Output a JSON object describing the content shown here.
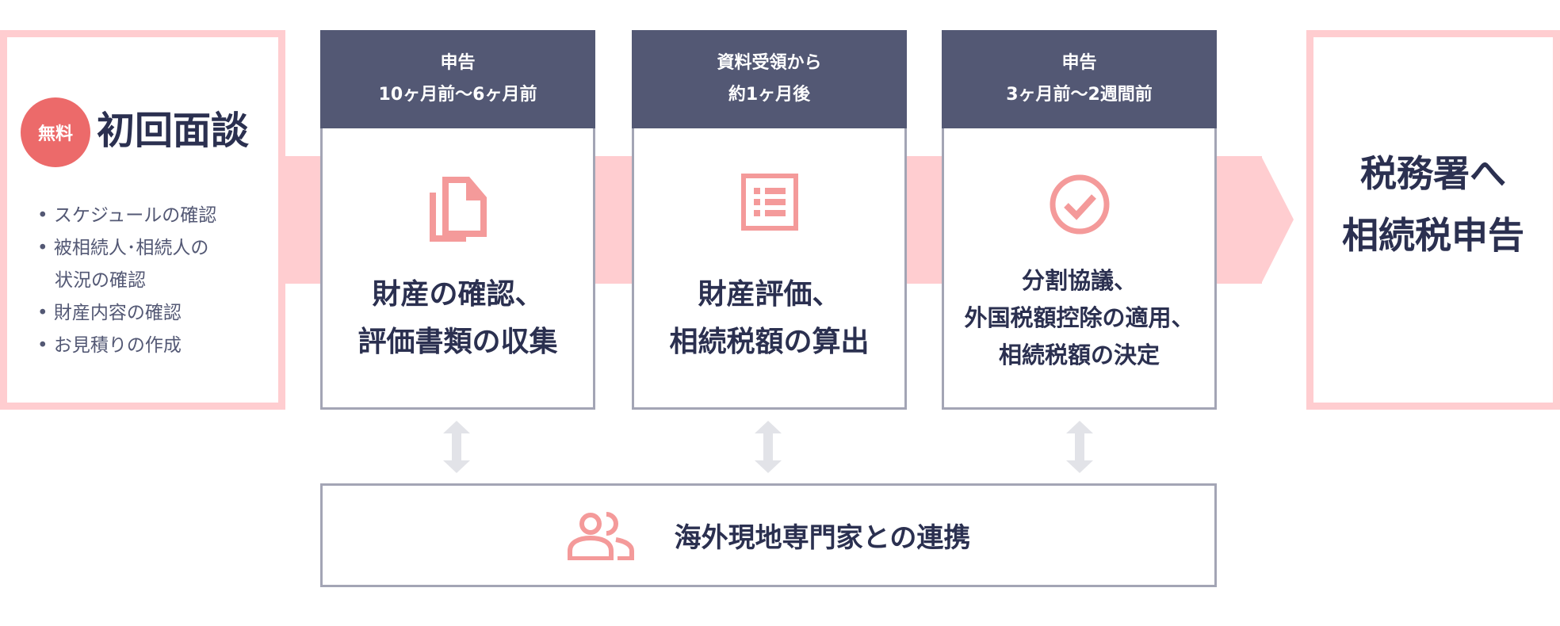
{
  "initial": {
    "badge": "無料",
    "title": "初回面談",
    "items": [
      "スケジュールの確認",
      "被相続人･相続人の",
      "状況の確認",
      "財産内容の確認",
      "お見積りの作成"
    ]
  },
  "steps": [
    {
      "timing1": "申告",
      "timing2": "10ヶ月前〜6ヶ月前",
      "icon": "documents-icon",
      "lines": [
        "財産の確認、",
        "評価書類の収集"
      ]
    },
    {
      "timing1": "資料受領から",
      "timing2": "約1ヶ月後",
      "icon": "list-icon",
      "lines": [
        "財産評価、",
        "相続税額の算出"
      ]
    },
    {
      "timing1": "申告",
      "timing2": "3ヶ月前〜2週間前",
      "icon": "check-circle-icon",
      "lines": [
        "分割協議、",
        "外国税額控除の適用、",
        "相続税額の決定"
      ]
    }
  ],
  "final": {
    "lines": [
      "税務署へ",
      "相続税申告"
    ]
  },
  "collab": {
    "label": "海外現地専門家との連携",
    "icon": "people-icon"
  },
  "colors": {
    "pink": "#ffcdd0",
    "accent": "#f49a9a",
    "badge": "#ec6a6a",
    "header": "#535874",
    "text": "#2b3050",
    "border": "#a3a5b5"
  }
}
